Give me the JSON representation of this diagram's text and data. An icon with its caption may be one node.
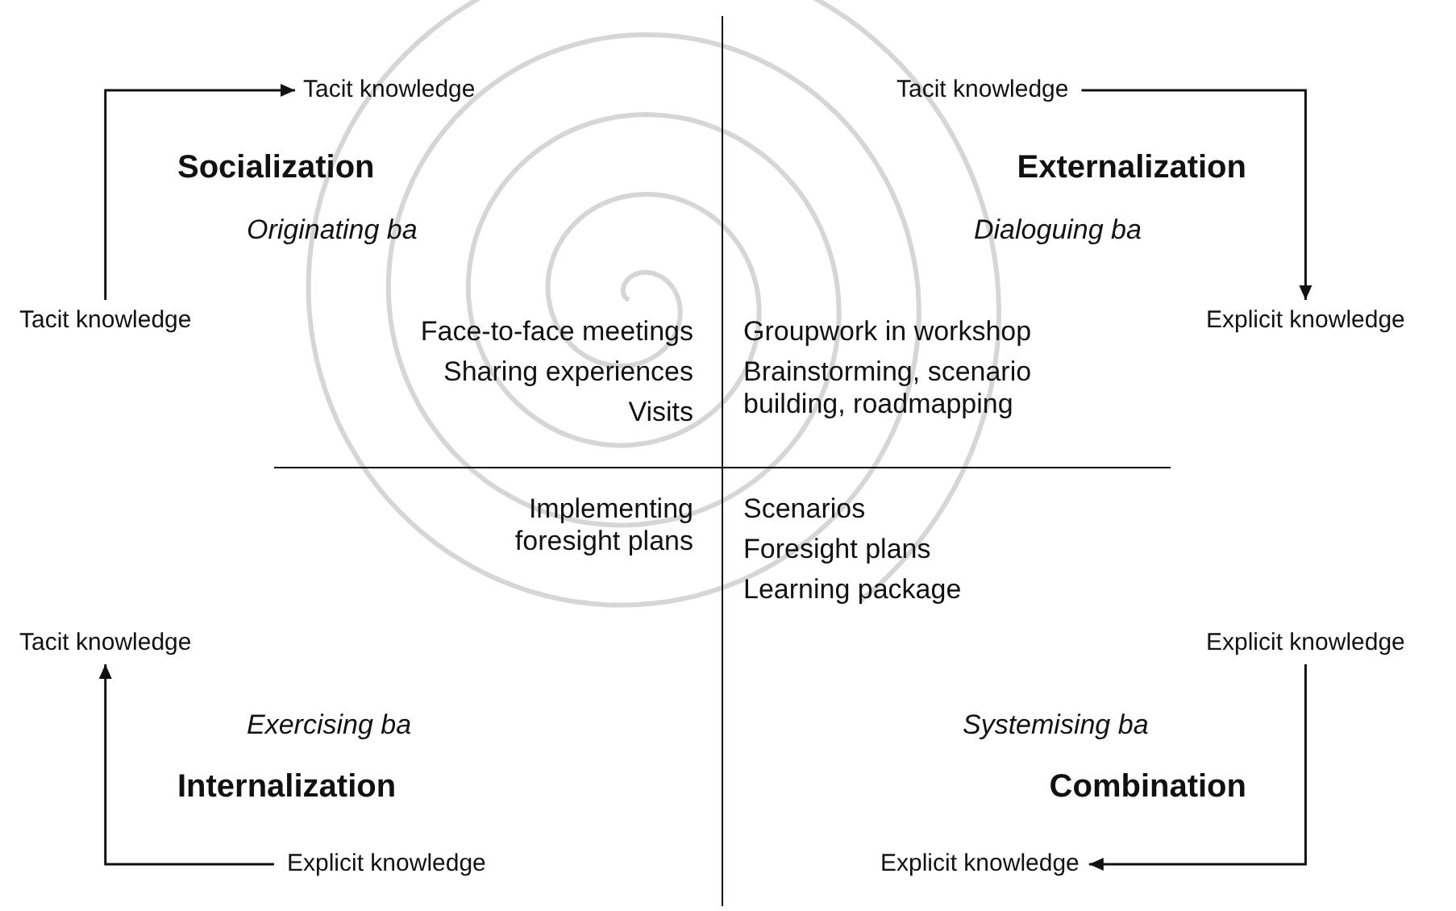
{
  "diagram": {
    "nodes": [
      {
        "text": [
          "Tacit knowledge"
        ]
      },
      {
        "text": [
          "Tacit knowledge"
        ]
      },
      {
        "text": [
          "Tacit knowledge"
        ]
      },
      {
        "text": [
          "Explicit knowledge"
        ]
      },
      {
        "text": [
          "Tacit knowledge"
        ]
      },
      {
        "text": [
          "Explicit knowledge"
        ]
      },
      {
        "text": [
          "Explicit knowledge"
        ]
      },
      {
        "text": [
          "Explicit knowledge"
        ]
      }
    ],
    "edges": [
      {
        "from": 2,
        "to": 0,
        "arrow": "to"
      },
      {
        "from": 1,
        "to": 3,
        "arrow": "to"
      },
      {
        "from": 5,
        "to": 7,
        "arrow": "to"
      },
      {
        "from": 6,
        "to": 4,
        "arrow": "to"
      }
    ],
    "labels": [
      "Socialization",
      "Externalization",
      "Originating ba",
      "Dialoguing ba",
      "Face-to-face meetings",
      "Groupwork in workshop",
      "Sharing experiences",
      "Brainstorming, scenario building, roadmapping",
      "Visits",
      "Implementing foresight plans",
      "Scenarios",
      "Foresight plans",
      "Learning package",
      "Exercising ba",
      "Systemising ba",
      "Internalization",
      "Combination"
    ]
  }
}
